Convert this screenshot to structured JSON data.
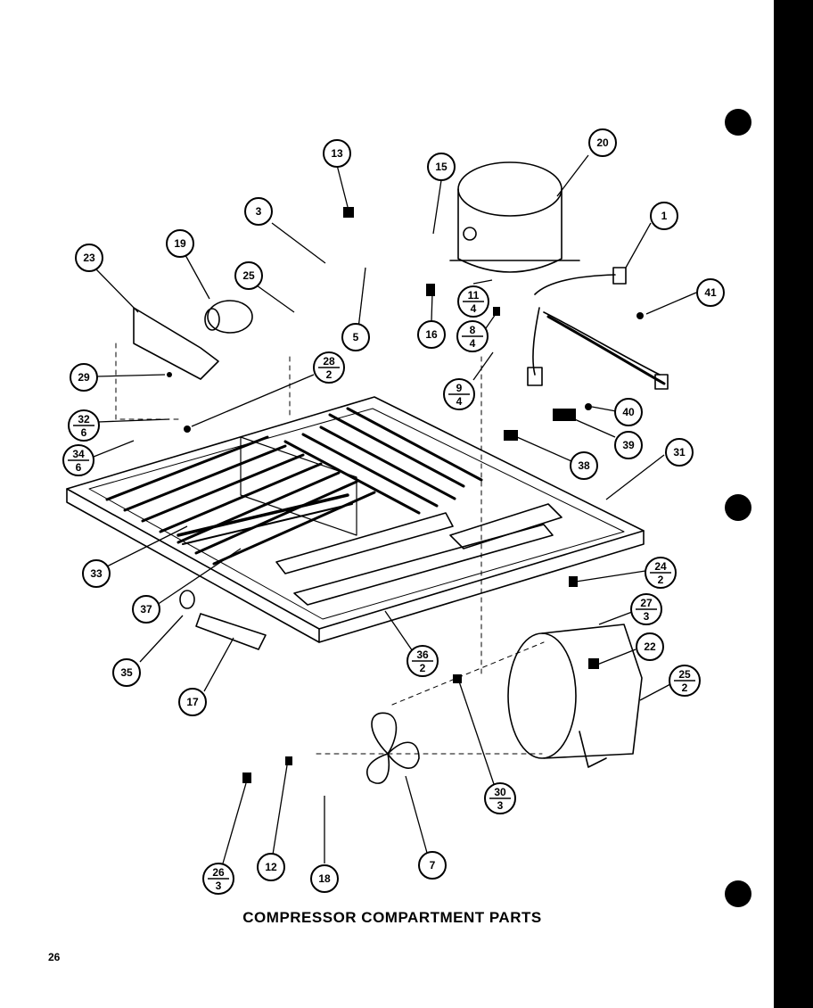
{
  "title": "COMPRESSOR COMPARTMENT PARTS",
  "page_number": "26",
  "callouts": [
    {
      "id": "c13",
      "number": "13"
    },
    {
      "id": "c15",
      "number": "15"
    },
    {
      "id": "c20",
      "number": "20"
    },
    {
      "id": "c3",
      "number": "3"
    },
    {
      "id": "c1",
      "number": "1"
    },
    {
      "id": "c23",
      "number": "23"
    },
    {
      "id": "c19",
      "number": "19"
    },
    {
      "id": "c25",
      "number": "25"
    },
    {
      "id": "c11",
      "number": "11",
      "quantity": "4"
    },
    {
      "id": "c41",
      "number": "41"
    },
    {
      "id": "c5",
      "number": "5"
    },
    {
      "id": "c16",
      "number": "16"
    },
    {
      "id": "c8",
      "number": "8",
      "quantity": "4"
    },
    {
      "id": "c28",
      "number": "28",
      "quantity": "2"
    },
    {
      "id": "c29",
      "number": "29"
    },
    {
      "id": "c9",
      "number": "9",
      "quantity": "4"
    },
    {
      "id": "c40",
      "number": "40"
    },
    {
      "id": "c32",
      "number": "32",
      "quantity": "6"
    },
    {
      "id": "c39",
      "number": "39"
    },
    {
      "id": "c31",
      "number": "31"
    },
    {
      "id": "c34",
      "number": "34",
      "quantity": "6"
    },
    {
      "id": "c38",
      "number": "38"
    },
    {
      "id": "c33",
      "number": "33"
    },
    {
      "id": "c24",
      "number": "24",
      "quantity": "2"
    },
    {
      "id": "c37",
      "number": "37"
    },
    {
      "id": "c27",
      "number": "27",
      "quantity": "3"
    },
    {
      "id": "c22",
      "number": "22"
    },
    {
      "id": "c36",
      "number": "36",
      "quantity": "2"
    },
    {
      "id": "c35",
      "number": "35"
    },
    {
      "id": "c25b",
      "number": "25",
      "quantity": "2"
    },
    {
      "id": "c17",
      "number": "17"
    },
    {
      "id": "c30",
      "number": "30",
      "quantity": "3"
    },
    {
      "id": "c26",
      "number": "26",
      "quantity": "3"
    },
    {
      "id": "c12",
      "number": "12"
    },
    {
      "id": "c18",
      "number": "18"
    },
    {
      "id": "c7",
      "number": "7"
    }
  ]
}
